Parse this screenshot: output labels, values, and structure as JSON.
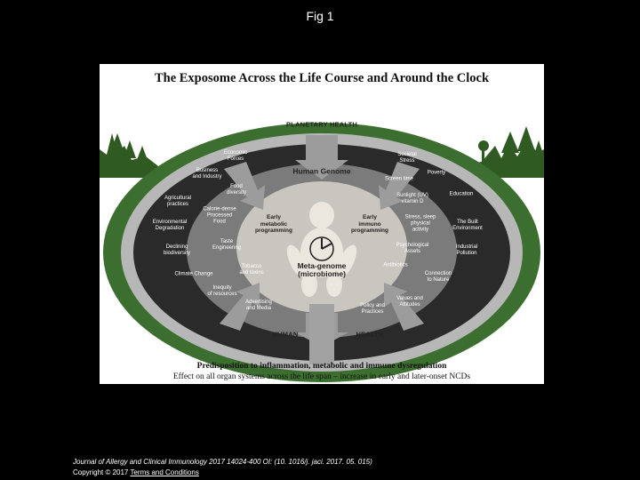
{
  "slide_title": "Fig 1",
  "figure": {
    "heading": "The Exposome Across the Life Course and Around the Clock",
    "ring_top": "PLANETARY HEALTH",
    "ring_bottom_left": "HUMAN",
    "ring_bottom_right": "HEALTH",
    "center_top": "Human Genome",
    "center_bottom": "Meta-genome\n(microbiome)",
    "inner_left": "Early\nmetabolic\nprogramming",
    "inner_right": "Early\nimmuno\nprogramming",
    "caption_1": "Predisposition to inflammation, metabolic and immune dysregulation",
    "caption_2": "Effect on all organ systems across the life span – increase in early and later-onset NCDs",
    "outer_labels": [
      "Economic\nForces",
      "Business\nand Industry",
      "Agricultural\npractices",
      "Environmental\nDegradation",
      "Declining\nbiodiversity",
      "Climate Change",
      "Inequity\nof resources",
      "Advertising\nand Media",
      "Societal\nStress",
      "Poverty",
      "Education",
      "The Built\nEnvironment",
      "Industrial\nPollution",
      "Connection\nto Nature",
      "Values and\nAttitudes",
      "Policy and\nPractices"
    ],
    "middle_labels": [
      "Food\ndiversity",
      "Calorie-dense\nProcessed\nFood",
      "Taste\nEngineering",
      "Tobacco\nand toxins",
      "Screen time",
      "Sunlight (UV)\nvitamin D",
      "Stress, sleep\nphysical\nactivity",
      "Psychological\nAssets",
      "Antibiotics"
    ]
  },
  "footer": {
    "citation": "Journal of Allergy and Clinical Immunology 2017 14024-400 OI: (10. 1016/j. jaci. 2017. 05. 015)",
    "copyright": "Copyright © 2017",
    "terms": "Terms and Conditions"
  },
  "colors": {
    "outer_ring": "#3c6e2f",
    "inner_field": "#2a2a2a",
    "middle_ring": "#7b7b7b",
    "center": "#c9c5bf",
    "band": "#b7b7b7"
  }
}
